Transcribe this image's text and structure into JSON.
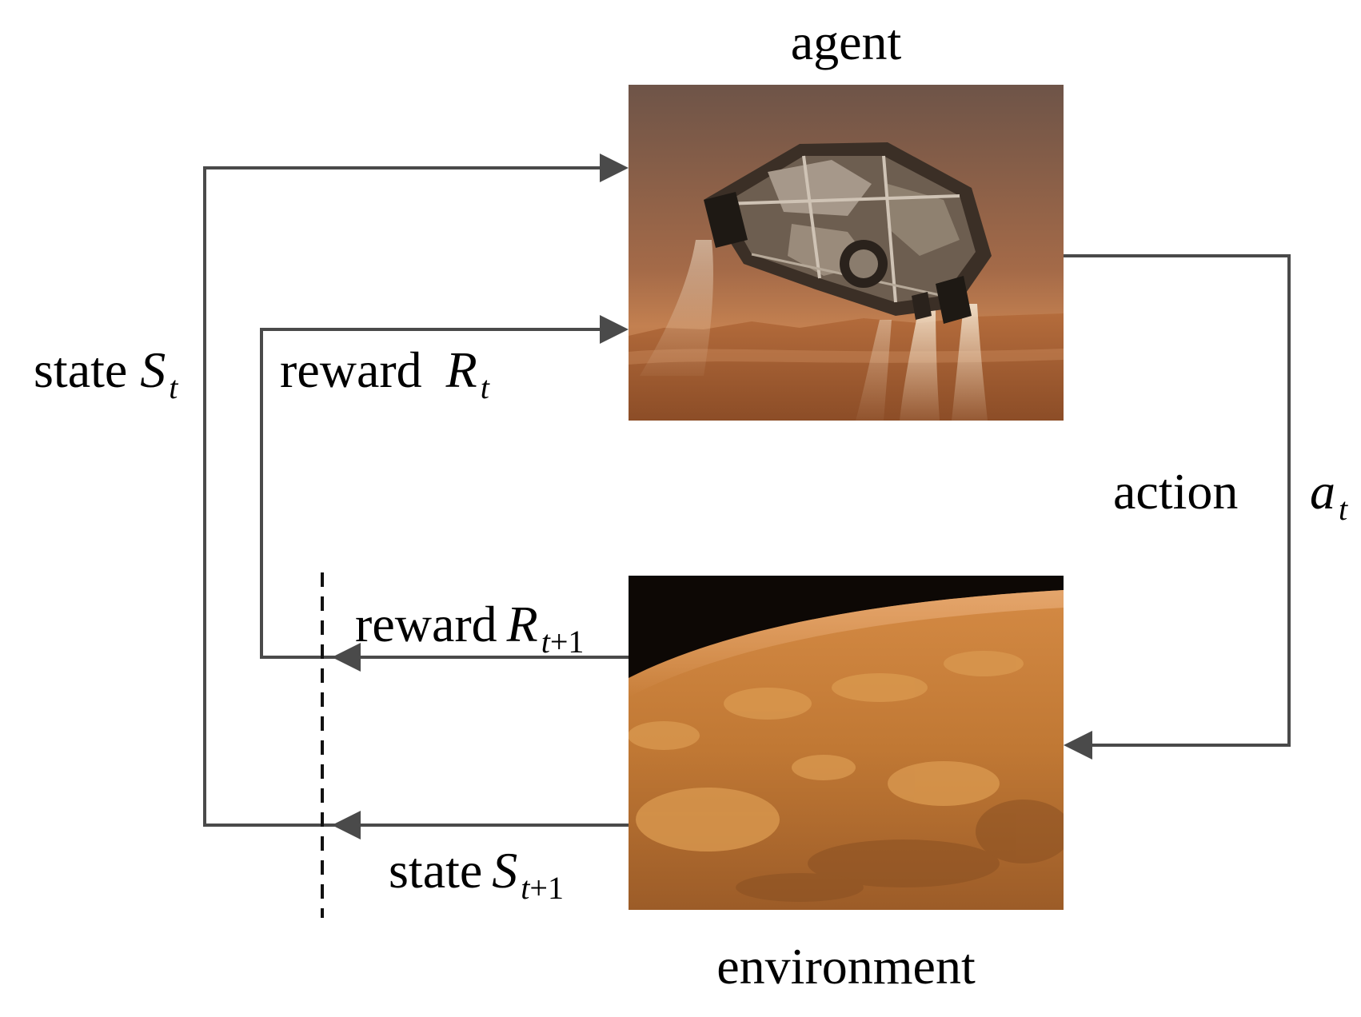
{
  "labels": {
    "agent": "agent",
    "environment": "environment",
    "action_word": "action",
    "action_symbol": "a",
    "action_sub": "t",
    "state_word": "state",
    "state_symbol": "S",
    "state_sub": "t",
    "reward_word": "reward",
    "reward_symbol": "R",
    "reward_sub": "t",
    "reward_next_word": "reward",
    "reward_next_symbol": "R",
    "reward_next_sub_var": "t",
    "reward_next_sub_rest": "+1",
    "state_next_word": "state",
    "state_next_symbol": "S",
    "state_next_sub_var": "t",
    "state_next_sub_rest": "+1"
  },
  "colors": {
    "line": "#4a4a4a",
    "mars_sky": "#7e5a44",
    "mars_ground": "#b06a38",
    "space": "#0d0805",
    "planet": "#c47a38"
  }
}
